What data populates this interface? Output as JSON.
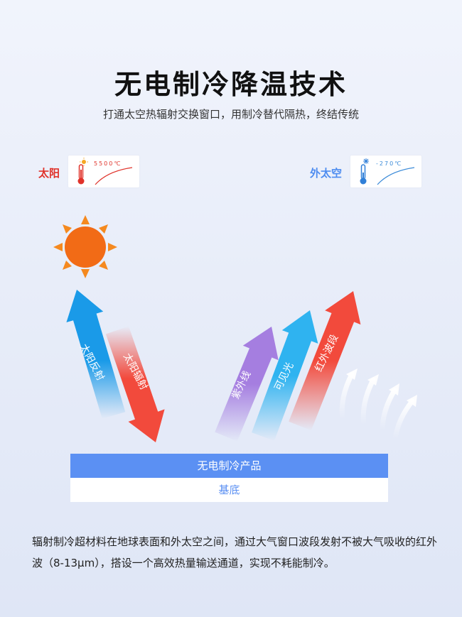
{
  "header": {
    "title": "无电制冷降温技术",
    "subtitle": "打通太空热辐射交换窗口，用制冷替代隔热，终结传统"
  },
  "sources": {
    "sun": {
      "label": "太阳",
      "temperature": "5500℃",
      "color": "#e0322a"
    },
    "space": {
      "label": "外太空",
      "temperature": "-270℃",
      "color": "#4d8cf0"
    }
  },
  "arrows": {
    "solar_reflection": {
      "label": "太阳反射",
      "color": "#1a9ae8"
    },
    "solar_radiation": {
      "label": "太阳辐射",
      "color": "#f24a3c"
    },
    "ultraviolet": {
      "label": "紫外线",
      "color": "#a57ee0"
    },
    "visible_light": {
      "label": "可见光",
      "color": "#2fb3f0"
    },
    "infrared_band": {
      "label": "红外波段",
      "color": "#f24a3c"
    }
  },
  "layers": {
    "product": "无电制冷产品",
    "base": "基底"
  },
  "description": "辐射制冷超材料在地球表面和外太空之间，通过大气窗口波段发射不被大气吸收的红外波（8-13μm），搭设一个高效热量输送通道，实现不耗能制冷。"
}
